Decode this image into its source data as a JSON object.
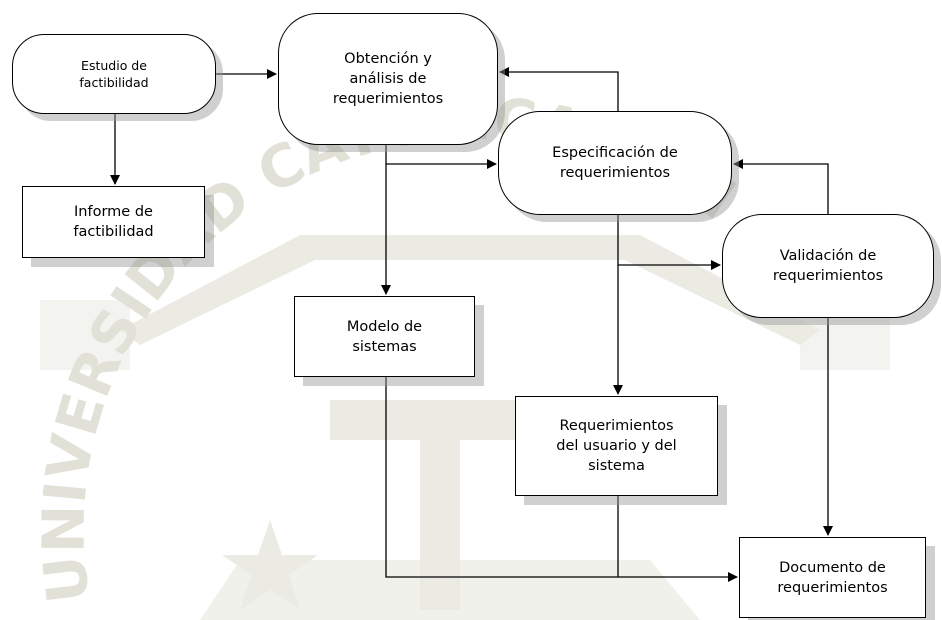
{
  "nodes": {
    "estudio": "Estudio de\nfactibilidad",
    "informe": "Informe de\nfactibilidad",
    "obtencion": "Obtención y\nanálisis de\nrequerimientos",
    "especificacion": "Especificación de\nrequerimientos",
    "validacion": "Validación de\nrequerimientos",
    "modelo": "Modelo de\nsistemas",
    "requerimientos": "Requerimientos\ndel usuario y del\nsistema",
    "documento": "Documento de\nrequerimientos"
  },
  "edges": [
    {
      "from": "estudio",
      "to": "obtencion"
    },
    {
      "from": "estudio",
      "to": "informe"
    },
    {
      "from": "obtencion",
      "to": "especificacion"
    },
    {
      "from": "obtencion",
      "to": "modelo"
    },
    {
      "from": "especificacion",
      "to": "obtencion"
    },
    {
      "from": "especificacion",
      "to": "validacion"
    },
    {
      "from": "especificacion",
      "to": "requerimientos"
    },
    {
      "from": "validacion",
      "to": "especificacion"
    },
    {
      "from": "validacion",
      "to": "documento"
    },
    {
      "from": "modelo",
      "to": "documento"
    },
    {
      "from": "requerimientos",
      "to": "documento"
    }
  ],
  "watermark": {
    "arc_text": "UNIVERSIDAD CATOLICA SAN",
    "color": "#e7e7e0"
  },
  "colors": {
    "line": "#000000",
    "shadow": "#969696",
    "box": "#ffffff"
  }
}
